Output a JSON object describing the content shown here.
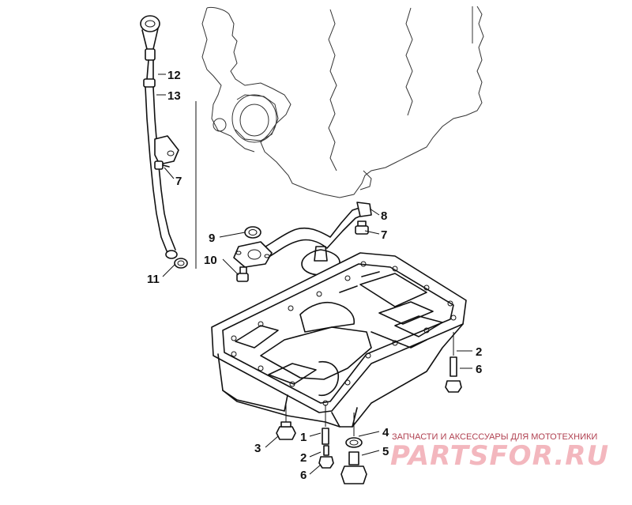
{
  "callouts": [
    "12",
    "13",
    "7",
    "8",
    "9",
    "7",
    "10",
    "11",
    "2",
    "6",
    "1",
    "3",
    "2",
    "6",
    "4",
    "5"
  ],
  "watermark": {
    "tagline": "ЗАПЧАСТИ И АКСЕССУАРЫ ДЛЯ МОТОТЕХНИКИ",
    "brand": "PARTSFOR.RU",
    "color": "#f3b7be"
  }
}
